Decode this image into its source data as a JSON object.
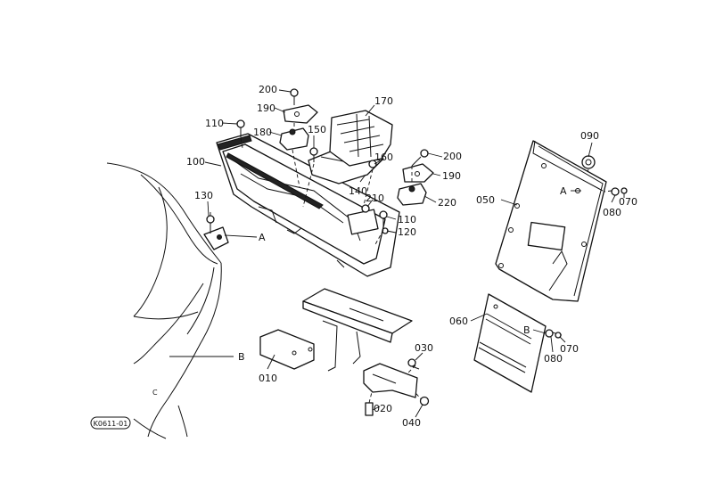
{
  "diagram_id": "K0611-01",
  "callouts": {
    "p010": "010",
    "p020": "020",
    "p030": "030",
    "p040": "040",
    "p050": "050",
    "p060": "060",
    "p070a": "070",
    "p070b": "070",
    "p080a": "080",
    "p080b": "080",
    "p090": "090",
    "p100": "100",
    "p110a": "110",
    "p110b": "110",
    "p120": "120",
    "p130": "130",
    "p140": "140",
    "p150": "150",
    "p160": "160",
    "p170": "170",
    "p180": "180",
    "p190a": "190",
    "p190b": "190",
    "p200a": "200",
    "p200b": "200",
    "p210": "210",
    "p220": "220"
  },
  "reference_marks": {
    "a_left": "A",
    "a_right": "A",
    "b_left": "B",
    "b_right": "B",
    "c_mark": "C"
  }
}
